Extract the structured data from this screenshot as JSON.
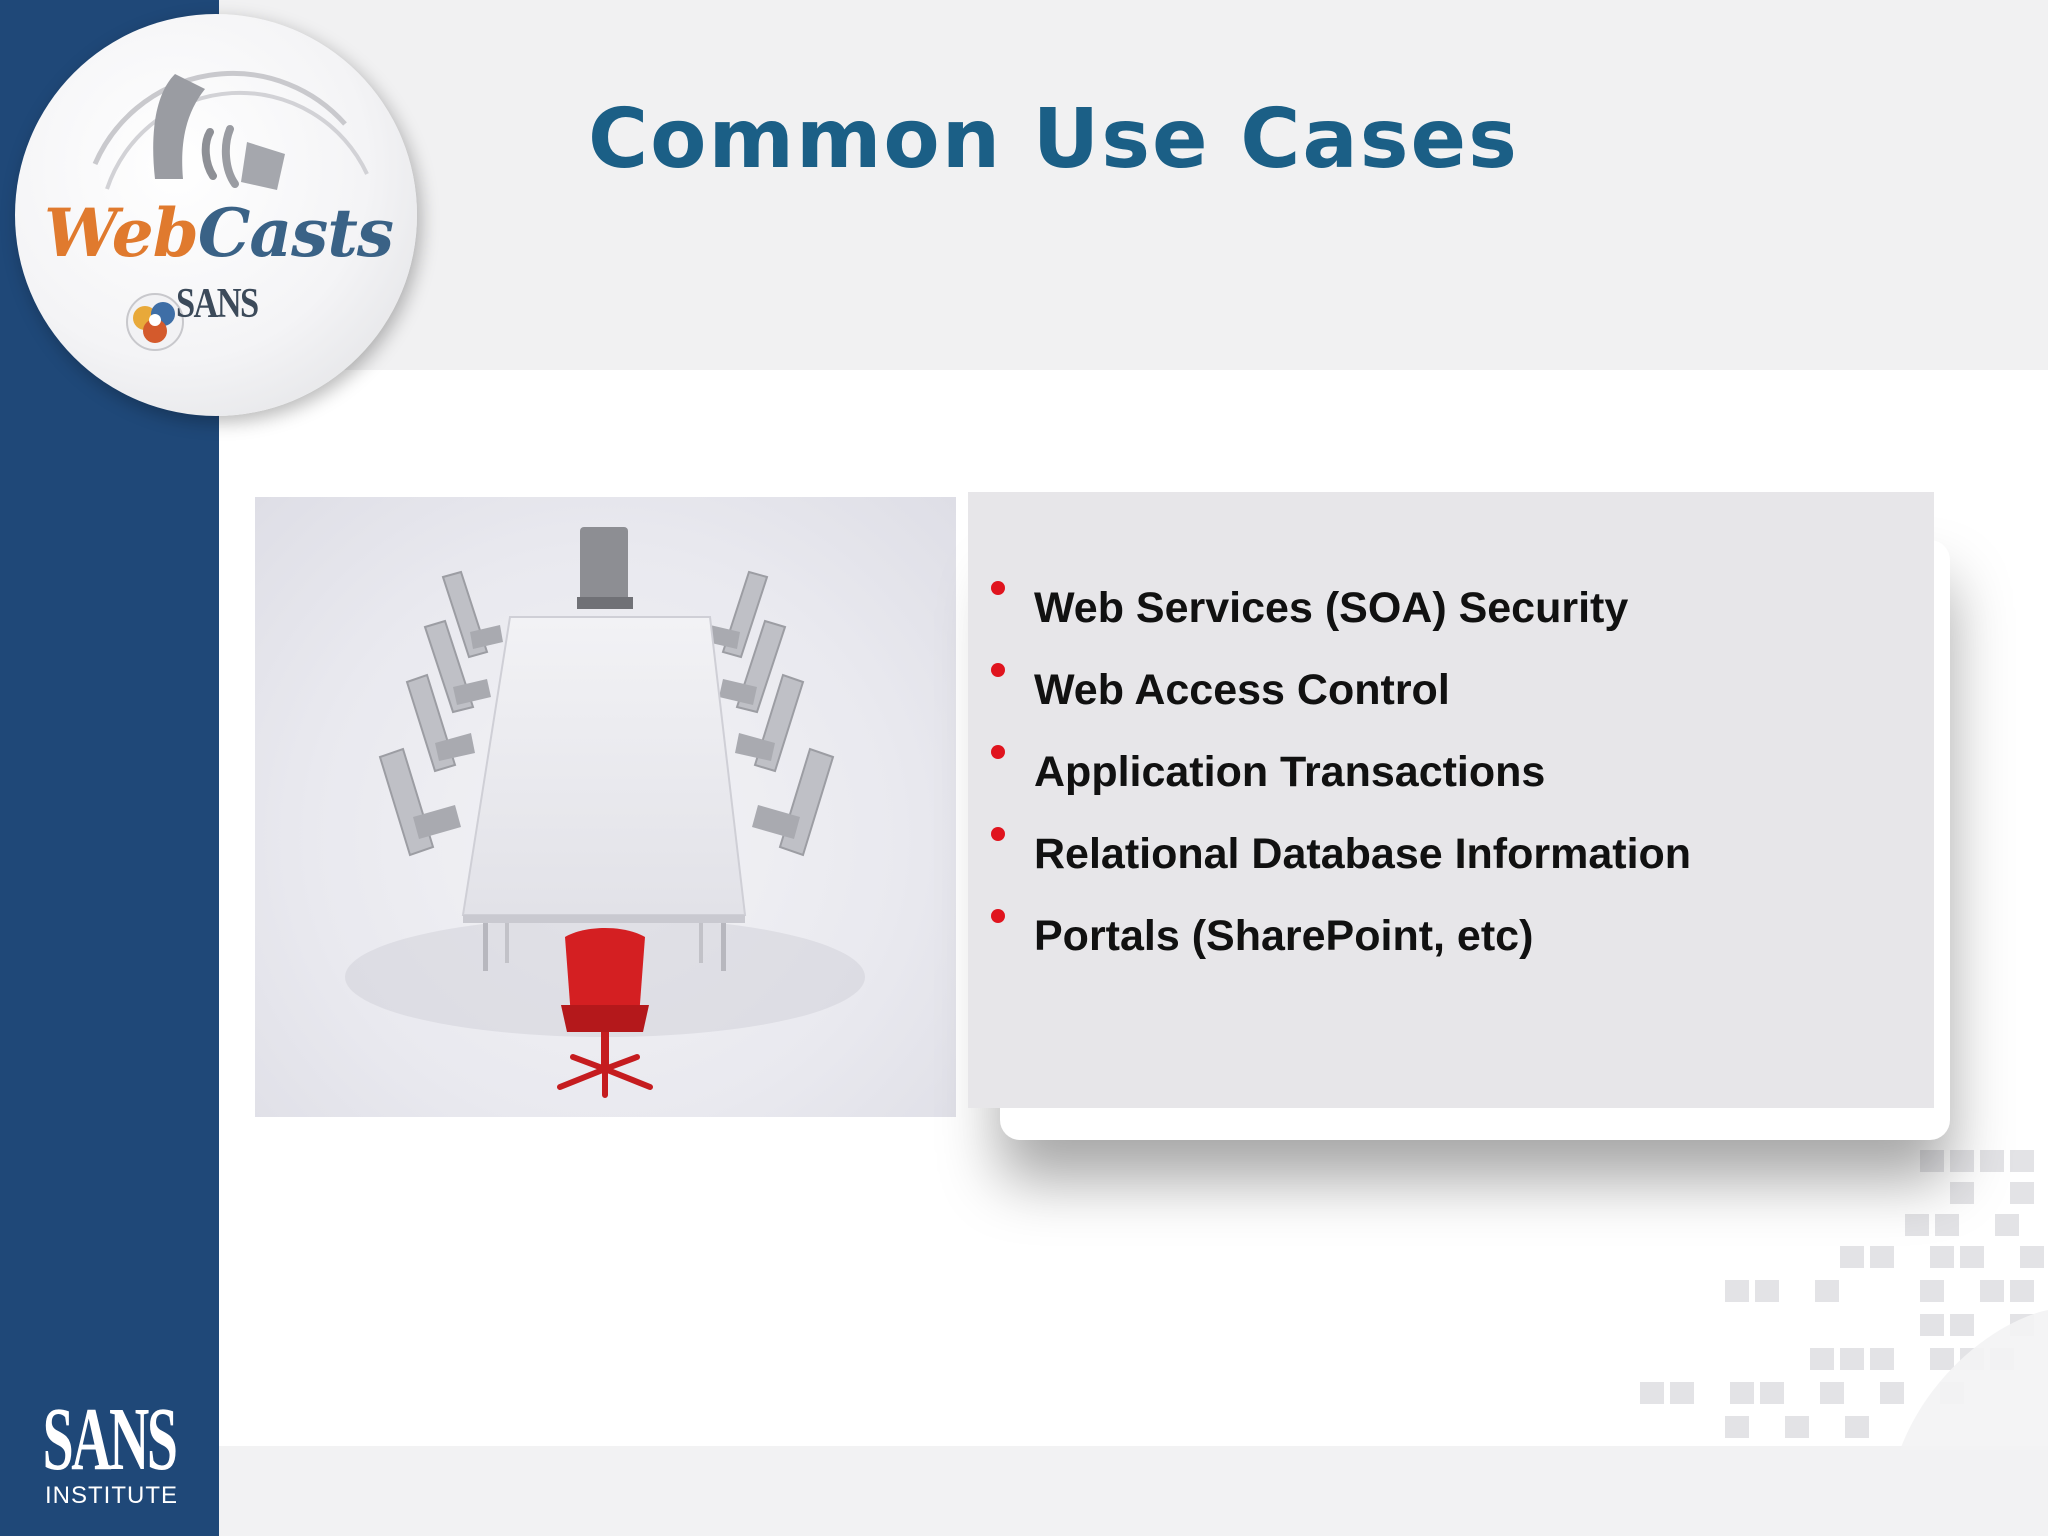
{
  "slide": {
    "title": "Common Use Cases",
    "bullets": [
      "Web Services (SOA) Security",
      "Web Access Control",
      "Application Transactions",
      "Relational Database Information",
      "Portals (SharePoint, etc)"
    ]
  },
  "logo": {
    "web": "Web",
    "casts": "Casts",
    "brand": "SANS"
  },
  "footer": {
    "brand": "SANS",
    "subtitle": "INSTITUTE"
  },
  "colors": {
    "title": "#1b5f86",
    "sidebar": "#1f4878",
    "bullet": "#e0141e",
    "accent_chair": "#d41f22"
  },
  "image": {
    "subject": "conference-table-with-red-chair"
  }
}
